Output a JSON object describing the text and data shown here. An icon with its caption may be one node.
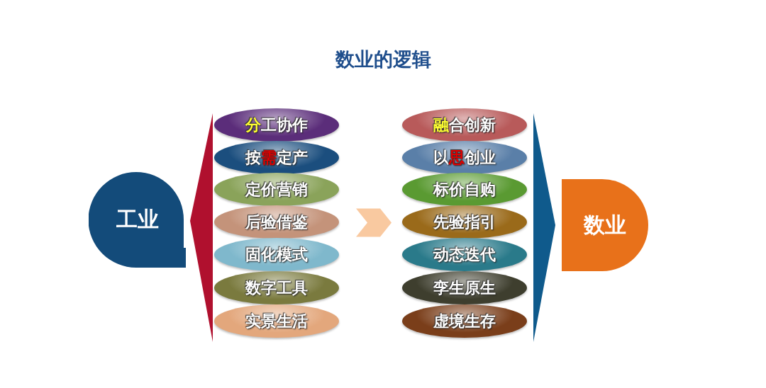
{
  "diagram": {
    "title": "数业的逻辑",
    "nodes": [
      {
        "text": [
          "工业"
        ]
      },
      {
        "text": [],
        "shape": "triangle"
      },
      {
        "text": [
          "**分**工协作"
        ]
      },
      {
        "text": [
          "按**需**定产"
        ]
      },
      {
        "text": [
          "定价营销"
        ]
      },
      {
        "text": [
          "后验借鉴"
        ]
      },
      {
        "text": [
          "固化模式"
        ]
      },
      {
        "text": [
          "数字工具"
        ]
      },
      {
        "text": [
          "实景生活"
        ]
      },
      {
        "text": [
          "**融**合创新"
        ]
      },
      {
        "text": [
          "以**思**创业"
        ]
      },
      {
        "text": [
          "标价自购"
        ]
      },
      {
        "text": [
          "先验指引"
        ]
      },
      {
        "text": [
          "动态迭代"
        ]
      },
      {
        "text": [
          "孪生原生"
        ]
      },
      {
        "text": [
          "虚境生存"
        ]
      },
      {
        "text": [],
        "shape": "triangle"
      },
      {
        "text": [
          "数业"
        ]
      }
    ],
    "edges": [
      {
        "from": 5,
        "to": 12,
        "arrow": "to",
        "color": "#f9c9a0"
      }
    ]
  }
}
